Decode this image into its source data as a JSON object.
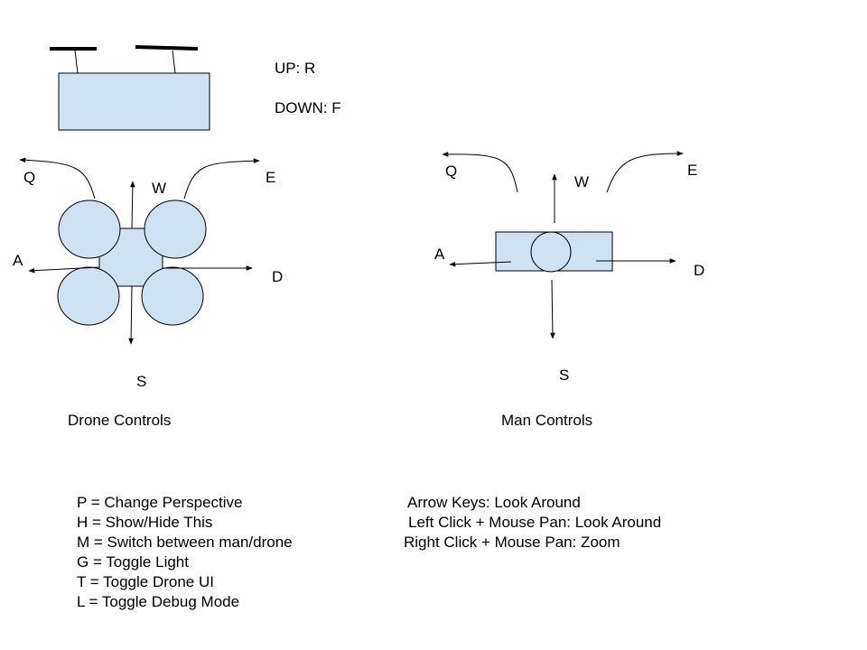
{
  "colors": {
    "fill": "#cfe2f3",
    "stroke": "#000000",
    "background": "#ffffff"
  },
  "lift": {
    "up": "UP: R",
    "down": "DOWN: F"
  },
  "drone": {
    "caption": "Drone Controls",
    "keys": {
      "q": "Q",
      "w": "W",
      "e": "E",
      "a": "A",
      "s": "S",
      "d": "D"
    }
  },
  "man": {
    "caption": "Man Controls",
    "keys": {
      "q": "Q",
      "w": "W",
      "e": "E",
      "a": "A",
      "s": "S",
      "d": "D"
    }
  },
  "general_controls": [
    "P = Change Perspective",
    "H = Show/Hide This",
    "M = Switch between man/drone",
    "G = Toggle Light",
    "T = Toggle Drone UI",
    "L = Toggle Debug Mode"
  ],
  "mouse_controls": [
    "Arrow Keys: Look Around",
    "Left Click + Mouse Pan: Look Around",
    "Right Click + Mouse Pan: Zoom"
  ]
}
